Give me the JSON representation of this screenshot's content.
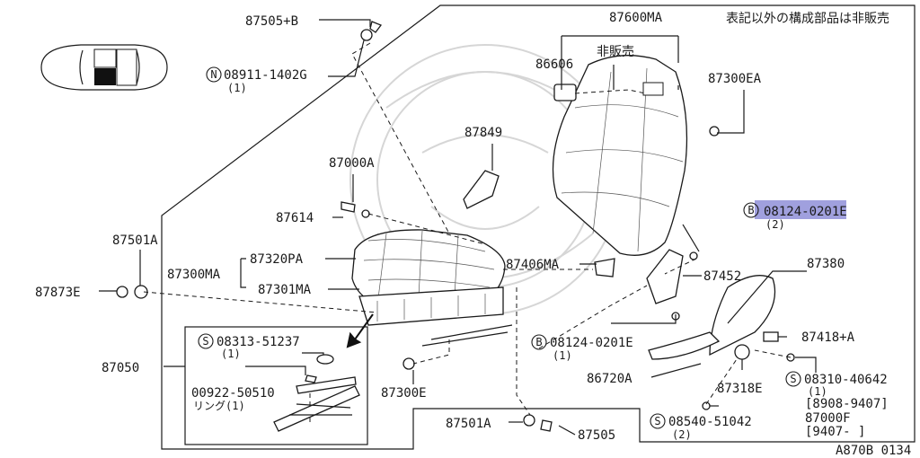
{
  "note": "表記以外の構成部品は非販売",
  "not_sold": "非販売",
  "footer_code": "A870B 0134",
  "highlight_color": "#8f8fd8",
  "labels": {
    "p87505b": "87505+B",
    "p08911": "08911-1402G",
    "p08911_qty": "(1)",
    "p87600ma": "87600MA",
    "p86606": "86606",
    "p87300ea": "87300EA",
    "p87849": "87849",
    "p87000a": "87000A",
    "p87614": "87614",
    "p87501a_left": "87501A",
    "p87300ma": "87300MA",
    "p87320pa": "87320PA",
    "p87301ma": "87301MA",
    "p87873e": "87873E",
    "p08124_top": "08124-0201E",
    "p08124_top_qty": "(2)",
    "p87406ma": "87406MA",
    "p87452": "87452",
    "p87380": "87380",
    "p87418a": "87418+A",
    "p08124_mid": "08124-0201E",
    "p08124_mid_qty": "(1)",
    "p86720a": "86720A",
    "p87318e": "87318E",
    "p08310": "08310-40642",
    "p08310_qty": "(1)",
    "p08310_range1": "[8908-9407]",
    "p87000f": "87000F",
    "p87000f_range": "[9407-     ]",
    "p87050": "87050",
    "p08313": "08313-51237",
    "p08313_qty": "(1)",
    "p00922": "00922-50510",
    "ring": "リング(1)",
    "p87300e": "87300E",
    "p87501a_bottom": "87501A",
    "p87505": "87505",
    "p08540": "08540-51042",
    "p08540_qty": "(2)"
  },
  "prefix_symbols": {
    "n": "N",
    "b": "B",
    "s": "S"
  }
}
